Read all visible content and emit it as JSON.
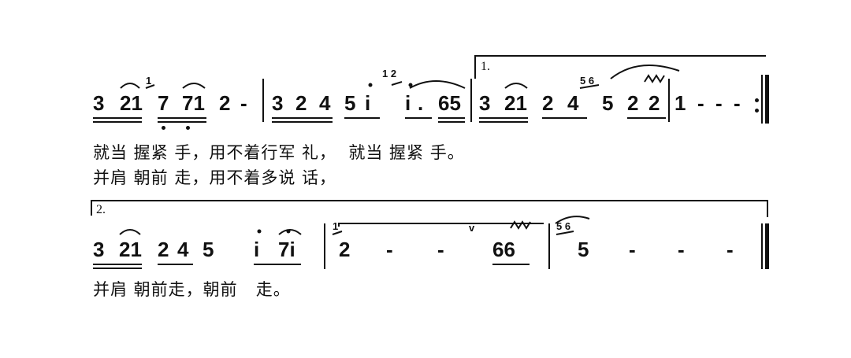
{
  "score": {
    "system1": {
      "volta": "1.",
      "bar1": [
        "3",
        "21",
        "7",
        "71",
        "2",
        "-"
      ],
      "bar2": [
        "3",
        "2",
        "4",
        "5",
        "i",
        "i",
        ".",
        "65"
      ],
      "bar3": [
        "3",
        "21",
        "2",
        "4",
        "5",
        "2",
        "2"
      ],
      "bar4": [
        "1",
        "-",
        "-",
        "-"
      ],
      "grace_1": "1",
      "grace_12": "1 2",
      "grace_56": "5 6"
    },
    "lyrics1": {
      "verse1": "就当 握紧 手，用不着行军 礼，  就当 握紧 手。",
      "verse2": "并肩 朝前 走，用不着多说 话，"
    },
    "system2": {
      "volta": "2.",
      "bar1": [
        "3",
        "21",
        "2",
        "4",
        "5",
        "i",
        "7i"
      ],
      "bar2": [
        "2",
        "-",
        "-",
        "66"
      ],
      "bar3": [
        "5",
        "-",
        "-",
        "-"
      ],
      "grace_1": "1",
      "grace_56": "5 6",
      "breath": "v"
    },
    "lyrics2": {
      "verse": "并肩 朝前走，朝前   走。"
    }
  },
  "colors": {
    "ink": "#111111",
    "paper": "#ffffff"
  }
}
